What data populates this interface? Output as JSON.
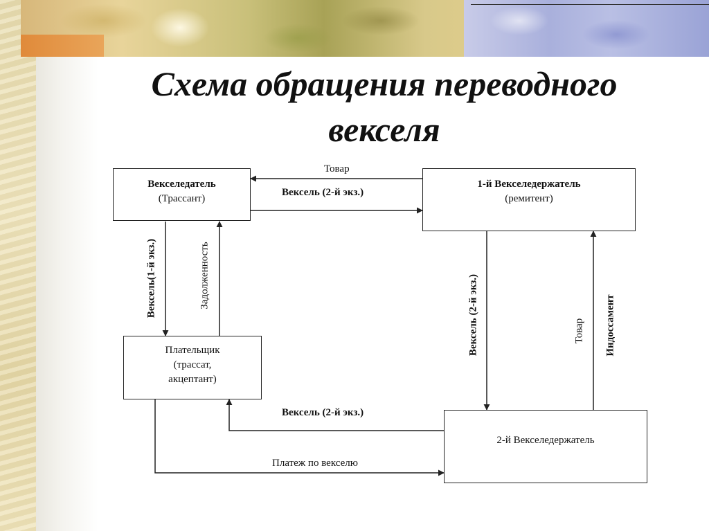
{
  "title": "Схема обращения переводного векселя",
  "boxes": {
    "drawer": {
      "name": "Векселедатель",
      "role": "(Трассант)"
    },
    "first_holder": {
      "name": "1-й Векселедержатель",
      "role": "(ремитент)"
    },
    "payer": {
      "line1": "Плательщик",
      "line2": "(трассат,",
      "line3": "акцептант)"
    },
    "second_holder": {
      "name": "2-й Векселедержатель"
    }
  },
  "flows": {
    "goods_top": "Товар",
    "bill_top": "Вексель (2-й экз.)",
    "bill_left": "Вексель(1-й экз.)",
    "debt_left": "Задолженность",
    "bill_right": "Вексель (2-й экз.)",
    "goods_right": "Товар",
    "endorsement_right": "Индоссамент",
    "bill_bottom": "Вексель (2-й экз.)",
    "payment_bottom": "Платеж по векселю"
  },
  "colors": {
    "text": "#111111",
    "lines": "#222222",
    "background": "#ffffff"
  }
}
